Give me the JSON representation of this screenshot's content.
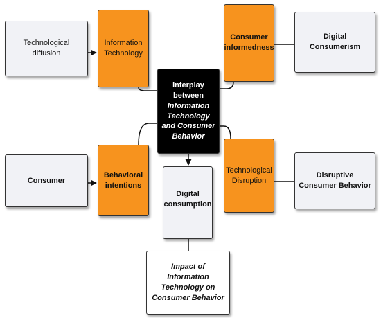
{
  "diagram": {
    "nodes": {
      "tech_diffusion": "Technological diffusion",
      "info_tech": "Information Technology",
      "consumer_informedness": "Consumer informedness",
      "digital_consumerism": "Digital Consumerism",
      "central_line1": "Interplay between",
      "central_line2": "Information Technology and Consumer Behavior",
      "consumer": "Consumer",
      "behavioral_intentions": "Behavioral intentions",
      "tech_disruption": "Technological Disruption",
      "disruptive_consumer_behavior": "Disruptive Consumer Behavior",
      "digital_consumption": "Digital consumption",
      "impact": "Impact of Information Technology on Consumer Behavior"
    },
    "colors": {
      "orange": "#f7931e",
      "gray": "#f1f2f6",
      "black": "#000000",
      "line": "#333333"
    }
  }
}
